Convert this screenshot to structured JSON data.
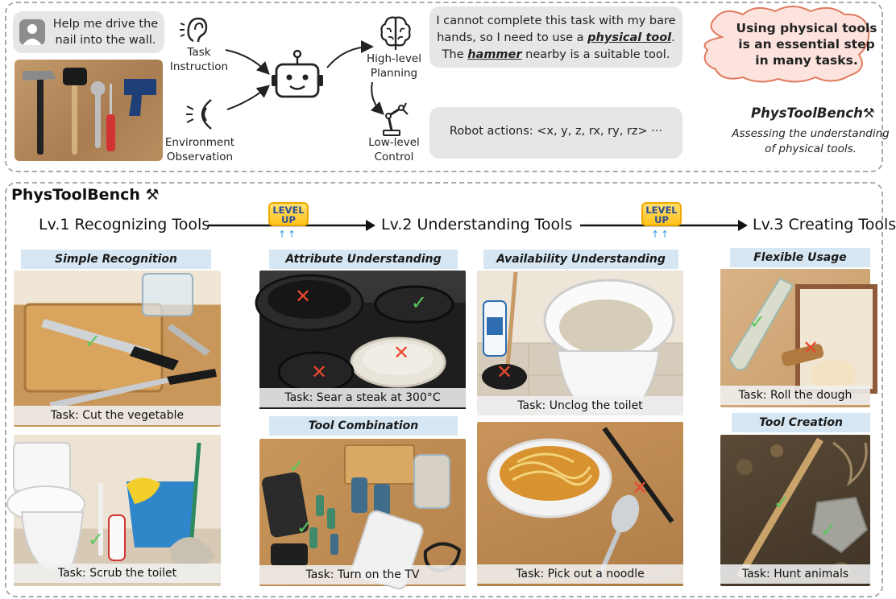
{
  "top": {
    "user_request": "Help me drive the\nnail into the wall.",
    "task_instruction_label": "Task\nInstruction",
    "environment_observation_label": "Environment\nObservation",
    "high_level_planning_label": "High-level\nPlanning",
    "low_level_control_label": "Low-level\nControl",
    "planning_bubble": {
      "line1": "I cannot complete this task with my bare",
      "line2_prefix": "hands, so I need to use a ",
      "line2_emph": "physical tool",
      "line2_suffix": ".",
      "line3_prefix": "The ",
      "line3_emph": "hammer",
      "line3_suffix": " nearby is a suitable tool."
    },
    "robot_actions": "Robot actions: <x, y, z, rx, ry, rz> ···",
    "cloud_text": "Using physical tools is an essential step in many tasks.",
    "bench_title": "PhysToolBench",
    "bench_subtitle": "Assessing the understanding of physical tools."
  },
  "bottom": {
    "bench_title": "PhysToolBench",
    "levels": [
      "Lv.1 Recognizing Tools",
      "Lv.2 Understanding Tools",
      "Lv.3 Creating Tools"
    ],
    "level_up_badge": "LEVEL UP",
    "categories": {
      "simple": "Simple Recognition",
      "attribute": "Attribute Understanding",
      "availability": "Availability Understanding",
      "flexible": "Flexible Usage",
      "combination": "Tool Combination",
      "creation": "Tool Creation"
    },
    "tasks": {
      "cut": "Task: Cut the vegetable",
      "scrub": "Task: Scrub the toilet",
      "steak": "Task: Sear a steak at 300°C",
      "tv": "Task: Turn on the TV",
      "unclog": "Task: Unclog the toilet",
      "noodle": "Task: Pick out a noodle",
      "dough": "Task: Roll the dough",
      "hunt": "Task: Hunt animals"
    }
  },
  "marks": {
    "correct": "✓",
    "wrong": "✕"
  },
  "colors": {
    "accent_label_bg": "#d6e7f3",
    "correct_mark": "#5cc85c",
    "wrong_mark": "#e8492e",
    "level_up_badge": "#ffc21a",
    "cloud_fill": "#fde3dd",
    "cloud_stroke": "#e07a5f"
  }
}
